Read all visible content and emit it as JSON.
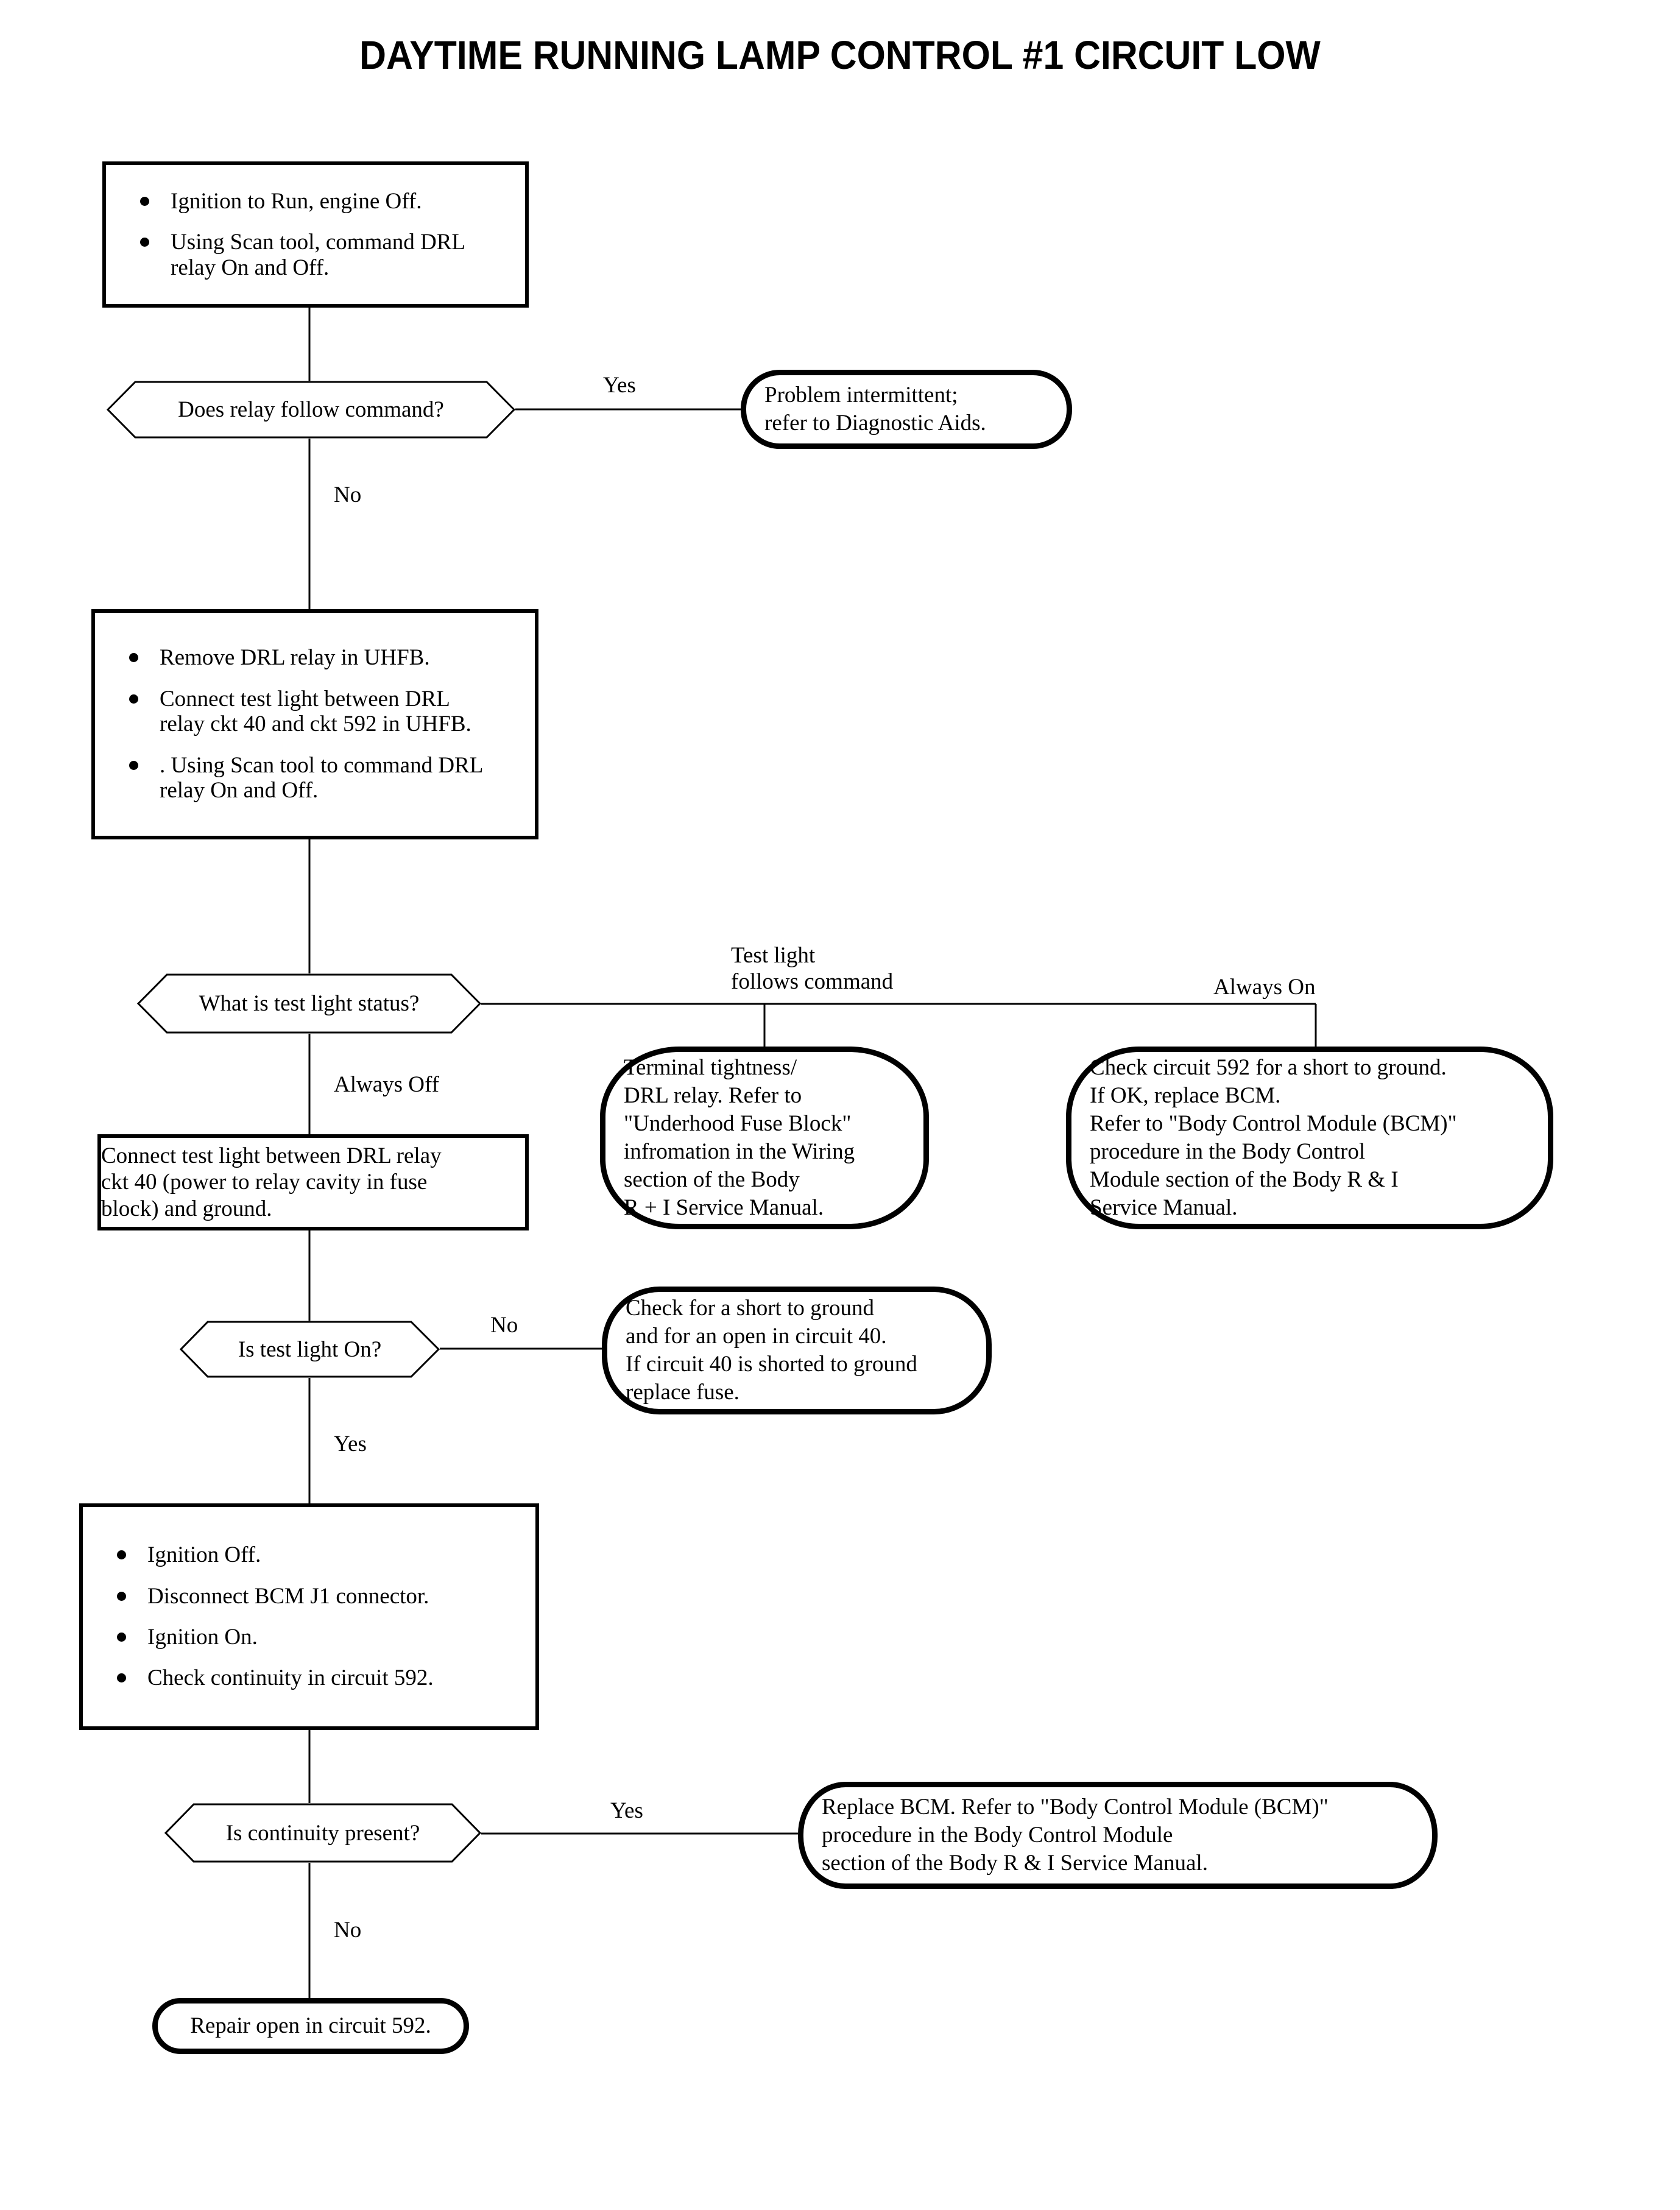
{
  "title": "DAYTIME RUNNING LAMP CONTROL #1 CIRCUIT LOW",
  "nodes": {
    "step1": {
      "type": "process",
      "bullets": [
        "Ignition to Run, engine Off.",
        "Using Scan tool, command DRL\nrelay On and Off."
      ]
    },
    "decision1": {
      "type": "decision",
      "text": "Does relay follow command?"
    },
    "term1": {
      "type": "terminator",
      "text": "Problem intermittent;\nrefer to Diagnostic Aids."
    },
    "step2": {
      "type": "process",
      "bullets": [
        "Remove DRL relay in UHFB.",
        "Connect test light between DRL\nrelay ckt 40 and ckt 592 in UHFB.",
        ".  Using Scan tool to command DRL\nrelay On and Off."
      ]
    },
    "decision2": {
      "type": "decision",
      "text": "What is test light status?"
    },
    "term2": {
      "type": "terminator",
      "text": "Terminal tightness/\nDRL relay. Refer to\n\"Underhood Fuse Block\"\ninfromation in the Wiring\nsection of the Body\nR + I Service Manual."
    },
    "term3": {
      "type": "terminator",
      "text": "Check circuit 592 for a short to ground.\nIf OK, replace BCM.\nRefer to \"Body Control Module (BCM)\"\nprocedure in the Body Control\nModule section of the Body R & I\nService Manual."
    },
    "step3": {
      "type": "process",
      "text": "Connect test light between DRL relay\nckt 40 (power to relay cavity in fuse\nblock) and ground."
    },
    "decision3": {
      "type": "decision",
      "text": "Is test light On?"
    },
    "term4": {
      "type": "terminator",
      "text": "Check for a short to ground\nand for an open in circuit 40.\nIf circuit 40 is shorted to ground\nreplace fuse."
    },
    "step4": {
      "type": "process",
      "bullets": [
        "Ignition Off.",
        "Disconnect BCM J1 connector.",
        "Ignition On.",
        "Check continuity in circuit 592."
      ]
    },
    "decision4": {
      "type": "decision",
      "text": "Is continuity present?"
    },
    "term5": {
      "type": "terminator",
      "text": "Replace BCM. Refer to \"Body Control Module (BCM)\"\nprocedure in the Body Control Module\nsection of the Body R & I Service Manual."
    },
    "term6": {
      "type": "terminator",
      "text": "Repair open in circuit 592."
    }
  },
  "edge_labels": {
    "yes1": "Yes",
    "no1": "No",
    "follows_command": "Test light\nfollows command",
    "always_on": "Always On",
    "always_off": "Always Off",
    "no2": "No",
    "yes2": "Yes",
    "yes3": "Yes",
    "no3": "No"
  },
  "colors": {
    "ink": "#000000",
    "paper": "#ffffff"
  }
}
